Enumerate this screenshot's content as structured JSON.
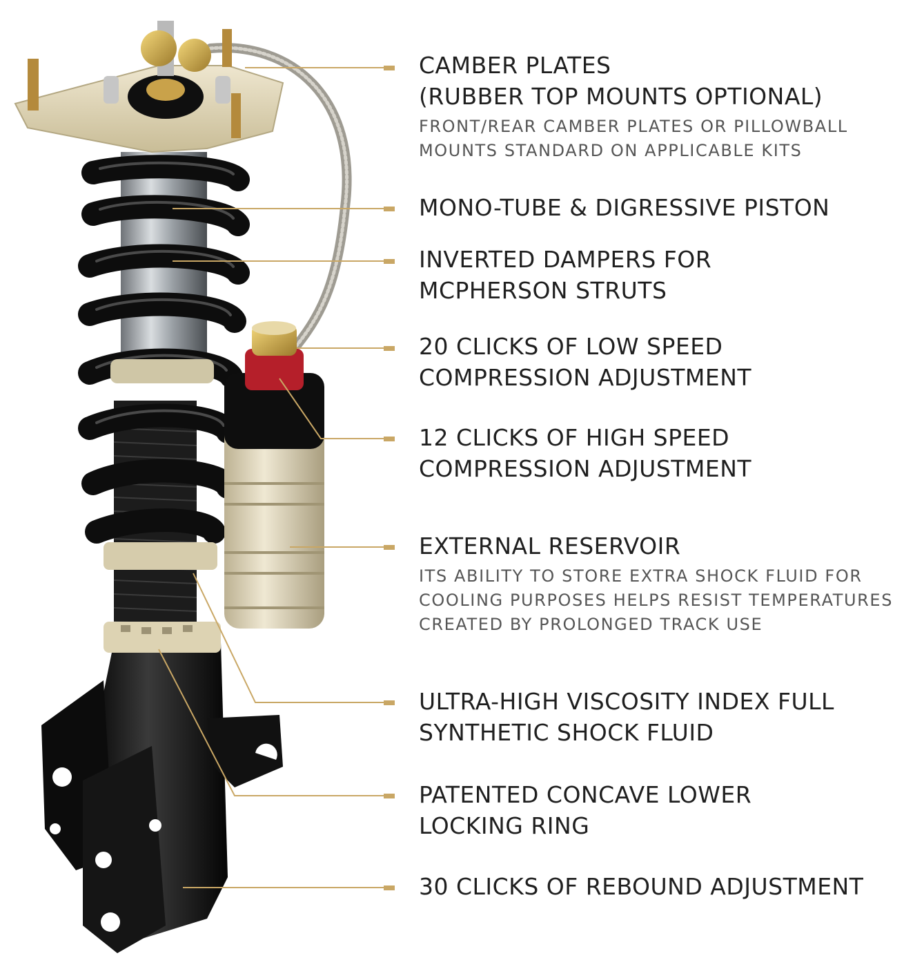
{
  "colors": {
    "accent_gold": "#c8a35a",
    "leader_line": "#c9a765",
    "text_dark": "#1f1f1f",
    "text_grey": "#555555",
    "spring_black": "#111111",
    "body_champagne": "#d9cfb0",
    "knob_red": "#b51f2a"
  },
  "labels": [
    {
      "id": "camber-plates",
      "title_lines": [
        "CAMBER PLATES",
        "(RUBBER TOP MOUNTS OPTIONAL)"
      ],
      "desc_lines": [
        "FRONT/REAR CAMBER PLATES OR PILLOWBALL",
        "MOUNTS STANDARD ON APPLICABLE KITS"
      ]
    },
    {
      "id": "mono-tube",
      "title_lines": [
        "MONO-TUBE & DIGRESSIVE PISTON"
      ],
      "desc_lines": []
    },
    {
      "id": "inverted-dampers",
      "title_lines": [
        "INVERTED DAMPERS FOR",
        "MCPHERSON STRUTS"
      ],
      "desc_lines": []
    },
    {
      "id": "low-speed",
      "title_lines": [
        "20 CLICKS OF LOW SPEED",
        "COMPRESSION ADJUSTMENT"
      ],
      "desc_lines": []
    },
    {
      "id": "high-speed",
      "title_lines": [
        "12 CLICKS OF HIGH SPEED",
        "COMPRESSION ADJUSTMENT"
      ],
      "desc_lines": []
    },
    {
      "id": "external-reservoir",
      "title_lines": [
        "EXTERNAL RESERVOIR"
      ],
      "desc_lines": [
        "ITS ABILITY TO STORE EXTRA SHOCK FLUID FOR",
        "COOLING PURPOSES HELPS RESIST TEMPERATURES",
        "CREATED BY PROLONGED TRACK USE"
      ]
    },
    {
      "id": "shock-fluid",
      "title_lines": [
        "ULTRA-HIGH VISCOSITY INDEX FULL",
        "SYNTHETIC SHOCK FLUID"
      ],
      "desc_lines": []
    },
    {
      "id": "locking-ring",
      "title_lines": [
        "PATENTED CONCAVE LOWER",
        "LOCKING RING"
      ],
      "desc_lines": []
    },
    {
      "id": "rebound",
      "title_lines": [
        "30 CLICKS OF REBOUND ADJUSTMENT"
      ],
      "desc_lines": []
    }
  ]
}
